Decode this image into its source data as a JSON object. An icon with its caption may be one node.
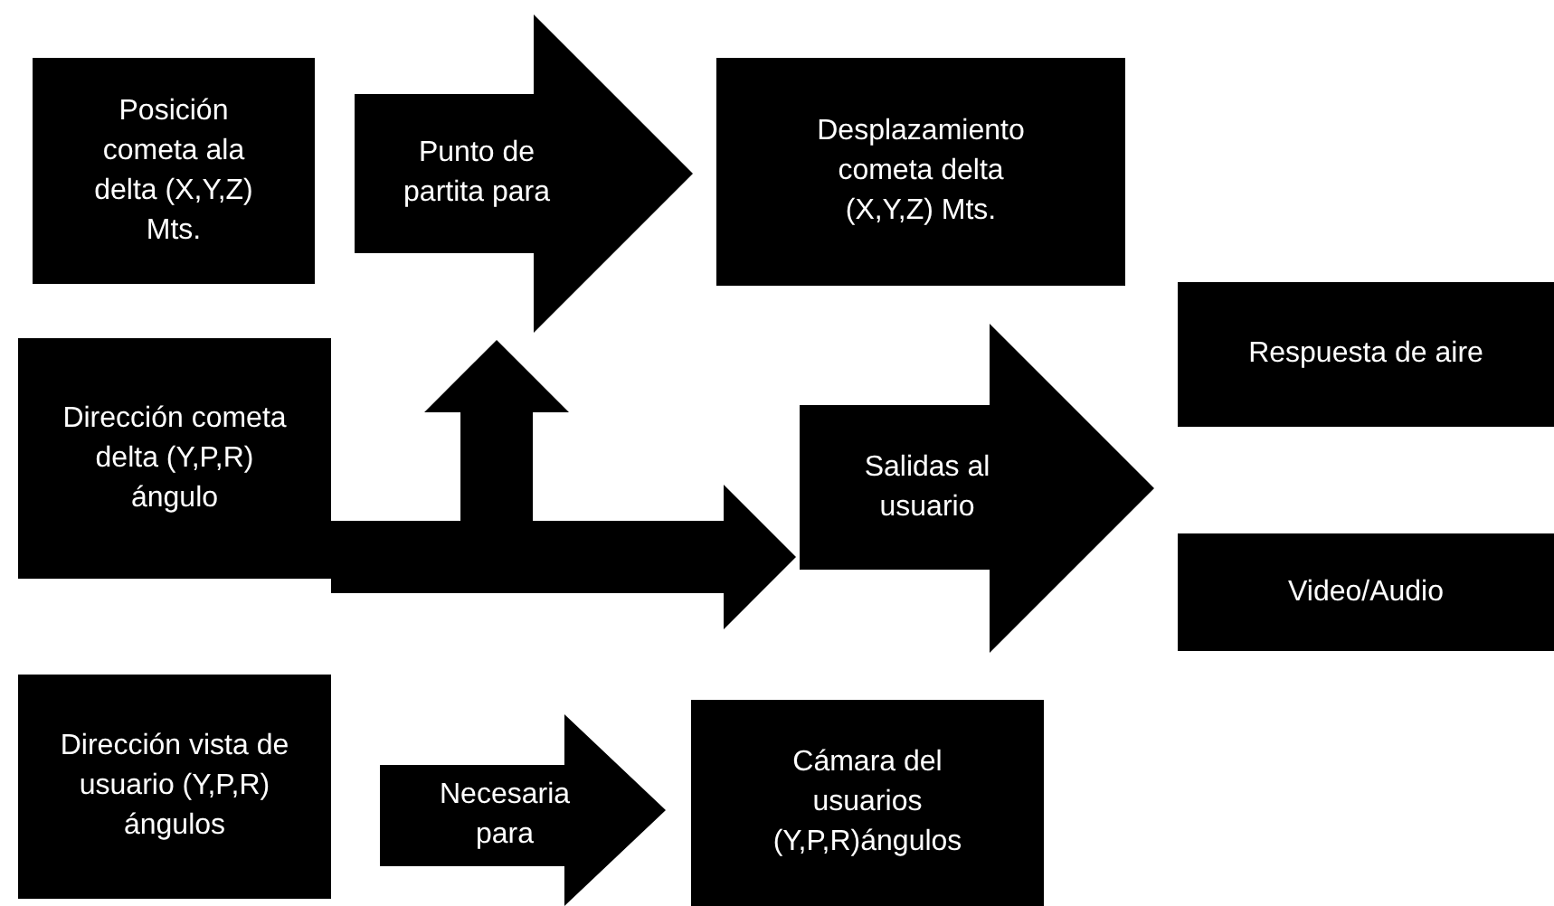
{
  "diagram": {
    "nodes": [
      {
        "text": [
          "Posición cometa ala delta (X,Y,Z) Mts."
        ]
      },
      {
        "text": [
          "Punto de partita para"
        ]
      },
      {
        "text": [
          "Desplazamiento cometa delta (X,Y,Z) Mts."
        ]
      },
      {
        "text": [
          "Dirección cometa delta (Y,P,R) ángulo"
        ]
      },
      {
        "text": [
          "Salidas al usuario"
        ]
      },
      {
        "text": [
          "Respuesta de aire"
        ]
      },
      {
        "text": [
          "Video/Audio"
        ]
      },
      {
        "text": [
          "Dirección vista de usuario (Y,P,R) ángulos"
        ]
      },
      {
        "text": [
          "Necesaria para"
        ]
      },
      {
        "text": [
          "Cámara del usuarios (Y,P,R)ángulos"
        ]
      }
    ],
    "edges": [
      {
        "from": 3,
        "to": 1,
        "arrow": "to"
      },
      {
        "from": 3,
        "to": 4,
        "arrow": "to"
      }
    ]
  }
}
